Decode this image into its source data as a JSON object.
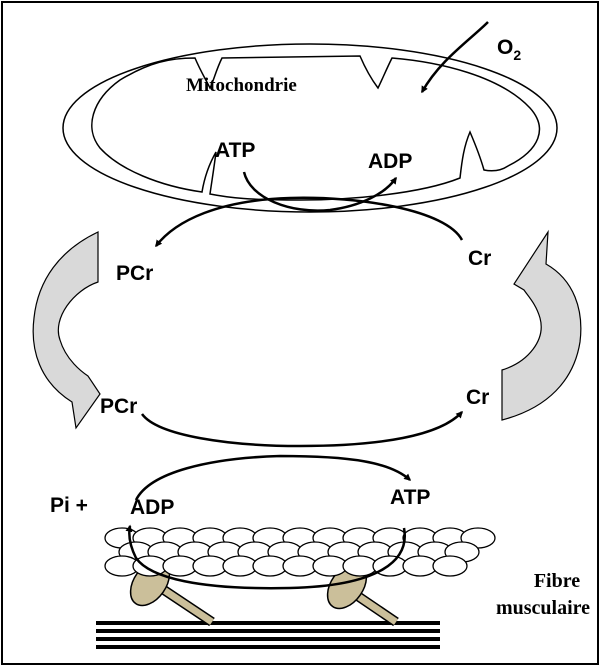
{
  "labels": {
    "o2_main": "O",
    "o2_sub": "2",
    "mitochondria": "Mitochondrie",
    "mito_atp": "ATP",
    "mito_adp": "ADP",
    "pcr_top": "PCr",
    "cr_top": "Cr",
    "pcr_bottom": "PCr",
    "cr_bottom": "Cr",
    "pi_plus": "Pi +",
    "fibre_adp": "ADP",
    "fibre_atp": "ATP",
    "fibre_line1": "Fibre",
    "fibre_line2": "musculaire"
  },
  "colors": {
    "stroke": "#000000",
    "shuttle_arrow_fill": "#d9d9d9",
    "myosin_fill": "#cbbf9a"
  }
}
